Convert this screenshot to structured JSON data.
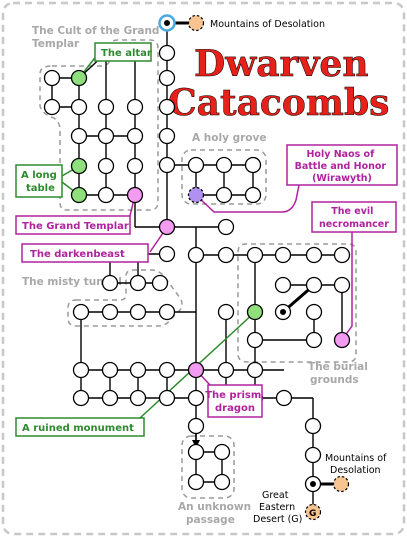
{
  "title": {
    "line1": "Dwarven",
    "line2": "Catacombs",
    "color": "#e8201a"
  },
  "colors": {
    "border": "#c8c8c8",
    "region": "#9a9a9a",
    "region_text": "#a8a8a8",
    "node_fill": "#ffffff",
    "node_stroke": "#000000",
    "green": "#8fe07c",
    "green_stroke": "#2e8a2e",
    "pink": "#f39bf0",
    "pink_stroke": "#b0229e",
    "purple": "#b090f0",
    "orange": "#f8c591",
    "blue_ring": "#4aa8e0"
  },
  "regions": {
    "cult": "The Cult of the Grand Templar",
    "holy_grove": "A holy grove",
    "misty_tunnel": "The misty tunnel",
    "burial_grounds": "The burial grounds",
    "unknown_passage": "An unknown passage"
  },
  "exits": {
    "top": "Mountains of Desolation",
    "bottom": "Mountains of Desolation",
    "desert": "Great Eastern Desert (G)",
    "desert_marker": "G"
  },
  "callouts": {
    "altar": "The altar",
    "long_table": "A long table",
    "grand_templar": "The Grand Templar",
    "darkenbeast": "The darkenbeast",
    "holy_naos": "Holy Naos of Battle and Honor (Wirawyth)",
    "evil_necromancer": "The evil necromancer",
    "prism_dragon": "The prism dragon",
    "ruined_monument": "A ruined monument"
  }
}
